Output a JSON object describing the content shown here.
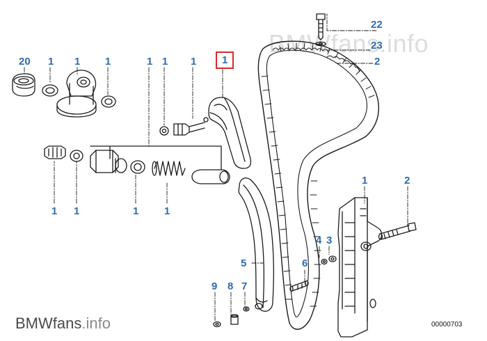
{
  "diagram": {
    "callouts": [
      {
        "id": "c20a",
        "text": "20"
      },
      {
        "id": "c1a",
        "text": "1"
      },
      {
        "id": "c1b",
        "text": "1"
      },
      {
        "id": "c1c",
        "text": "1"
      },
      {
        "id": "c1d",
        "text": "1"
      },
      {
        "id": "c1e",
        "text": "1"
      },
      {
        "id": "c1f",
        "text": "1"
      },
      {
        "id": "c1g",
        "text": "1",
        "highlighted": true
      },
      {
        "id": "c22",
        "text": "22"
      },
      {
        "id": "c23",
        "text": "23"
      },
      {
        "id": "c2a",
        "text": "2"
      },
      {
        "id": "c1h",
        "text": "1"
      },
      {
        "id": "c2b",
        "text": "2"
      },
      {
        "id": "c1i",
        "text": "1"
      },
      {
        "id": "c1j",
        "text": "1"
      },
      {
        "id": "c1k",
        "text": "1"
      },
      {
        "id": "c1l",
        "text": "1"
      },
      {
        "id": "c4",
        "text": "4"
      },
      {
        "id": "c3",
        "text": "3"
      },
      {
        "id": "c5",
        "text": "5"
      },
      {
        "id": "c6",
        "text": "6"
      },
      {
        "id": "c9",
        "text": "9"
      },
      {
        "id": "c8",
        "text": "8"
      },
      {
        "id": "c7",
        "text": "7"
      }
    ],
    "highlight_color": "#d62a2a",
    "callout_color": "#2f6bb0",
    "watermark": "BMWfans.info",
    "brand_part1": "BMWfans",
    "brand_part2": ".info",
    "drawing_number": "00000703"
  }
}
